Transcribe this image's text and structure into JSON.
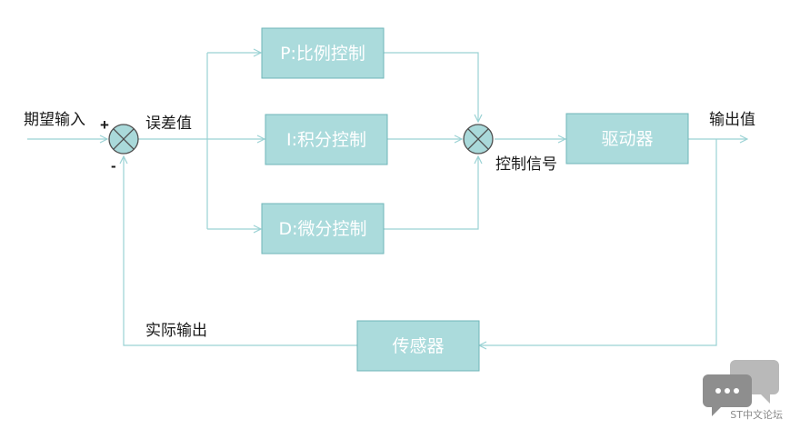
{
  "colors": {
    "block_fill": "#abdbdc",
    "block_stroke": "#6fb6b8",
    "line": "#9ad2d4",
    "summer_fill": "#a9d9da",
    "summer_stroke": "#4e4e4e"
  },
  "inputs": {
    "desired_input": "期望输入",
    "error": "误差值",
    "control_signal": "控制信号",
    "output": "输出值",
    "actual_output": "实际输出",
    "plus_sign": "+",
    "minus_sign": "-"
  },
  "blocks": {
    "p": "P:比例控制",
    "i": "I:积分控制",
    "d": "D:微分控制",
    "driver": "驱动器",
    "sensor": "传感器"
  },
  "watermark": {
    "icon": "chat-bubbles-icon",
    "text": "ST中文论坛"
  }
}
